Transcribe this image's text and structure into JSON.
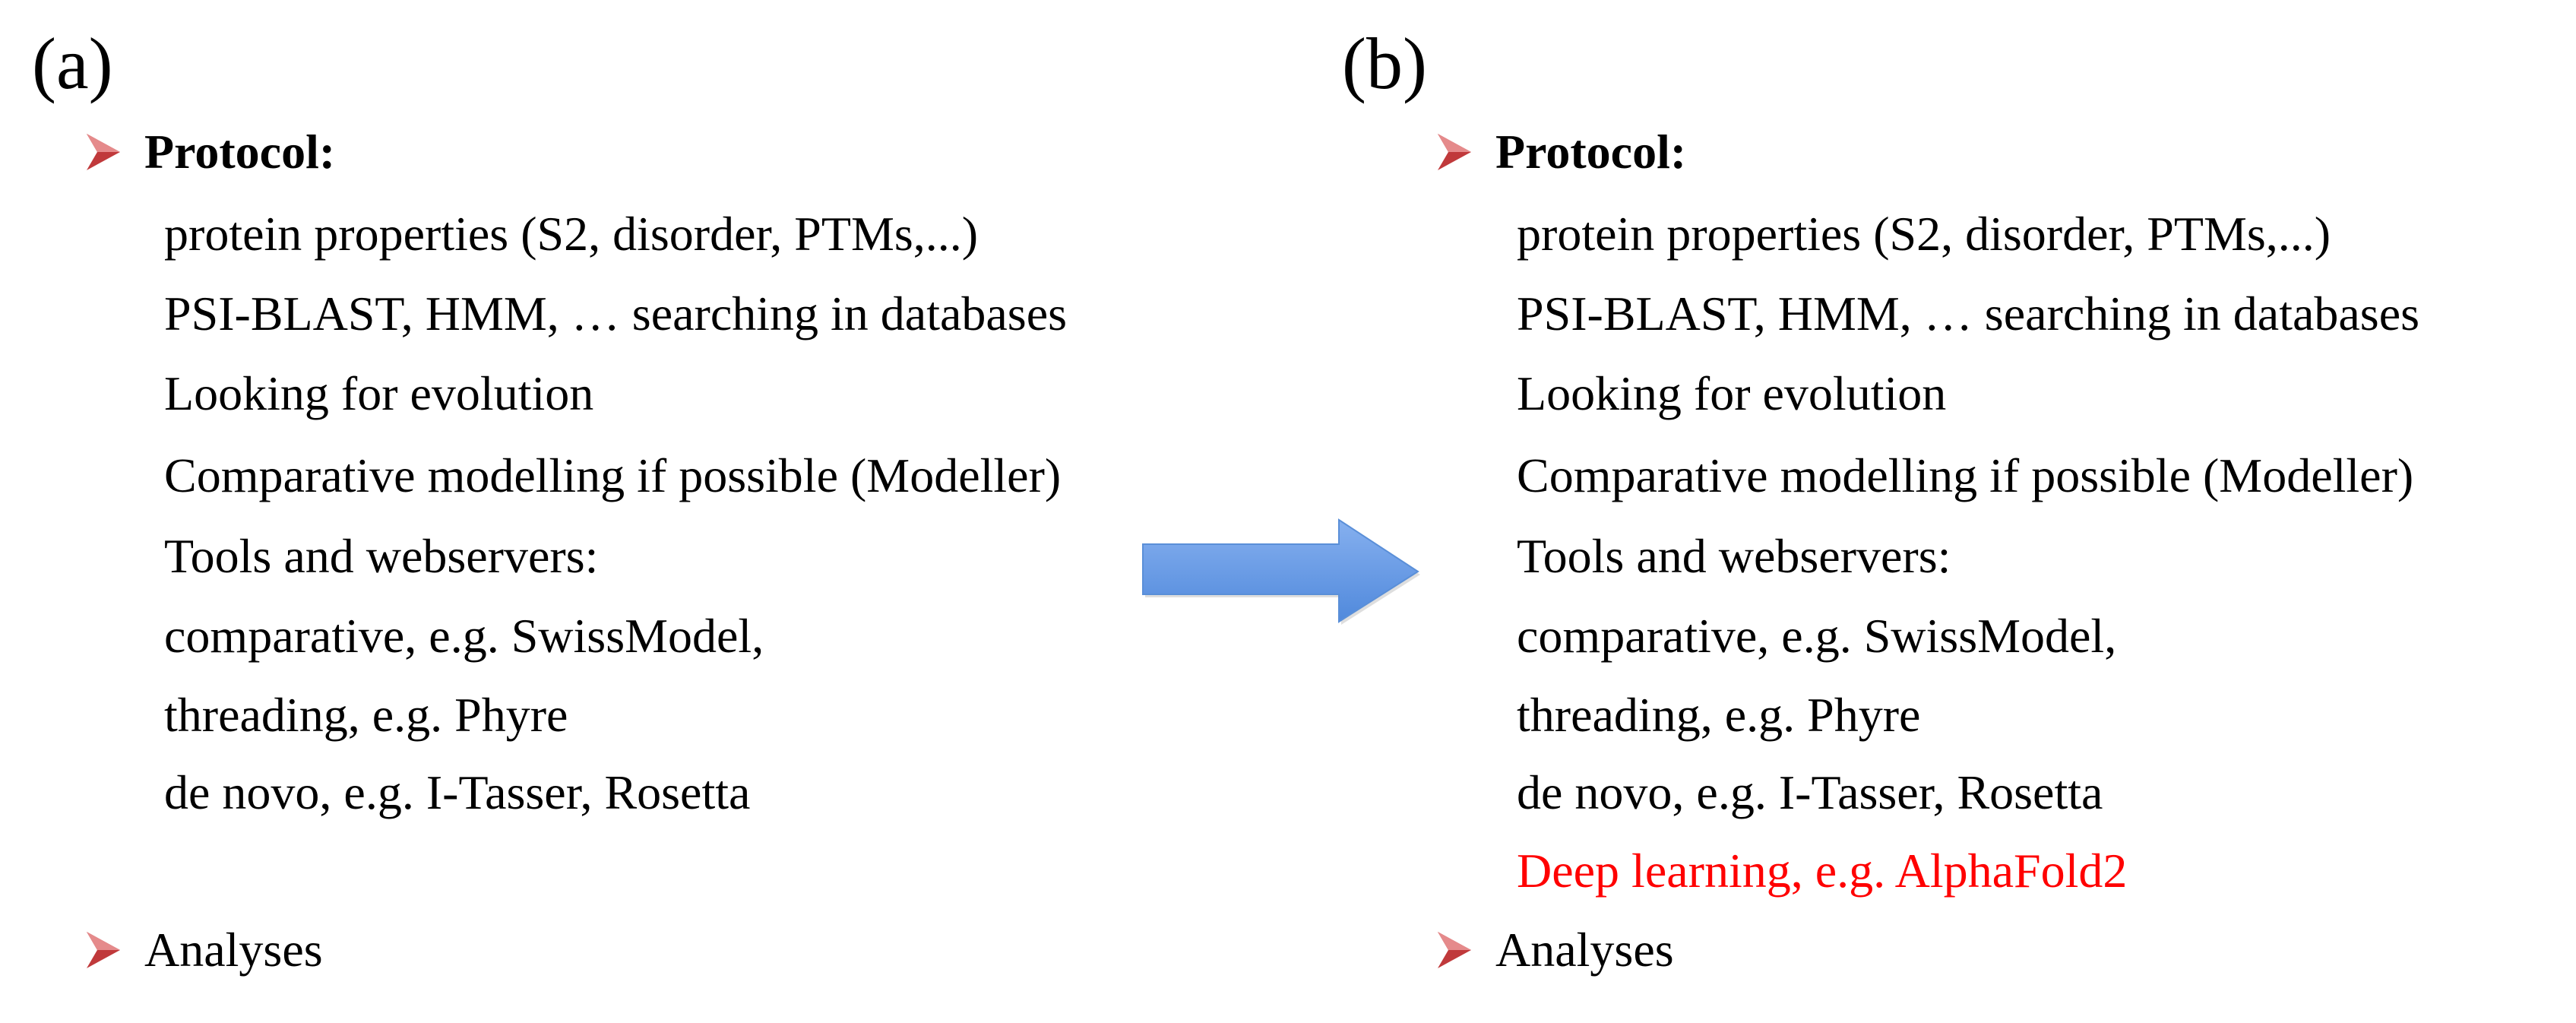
{
  "panels": [
    {
      "label": "(a)",
      "sections": [
        {
          "heading": "Protocol:",
          "items": [
            "protein properties (S2, disorder, PTMs,...)",
            "PSI-BLAST, HMM, … searching in databases",
            "Looking for evolution",
            "Comparative modelling if possible (Modeller)",
            "Tools and webservers:",
            "comparative, e.g. SwissModel,",
            "threading, e.g. Phyre",
            "de novo, e.g. I-Tasser, Rosetta"
          ]
        },
        {
          "heading": "Analyses"
        }
      ]
    },
    {
      "label": "(b)",
      "sections": [
        {
          "heading": "Protocol:",
          "items": [
            "protein properties (S2, disorder, PTMs,...)",
            "PSI-BLAST, HMM, … searching in databases",
            "Looking for evolution",
            "Comparative modelling if possible (Modeller)",
            "Tools and webservers:",
            "comparative, e.g. SwissModel,",
            "threading, e.g. Phyre",
            "de novo, e.g. I-Tasser, Rosetta",
            "Deep learning, e.g. AlphaFold2"
          ],
          "highlighted_item_index": 8
        },
        {
          "heading": "Analyses"
        }
      ]
    }
  ],
  "icons": {
    "bullet": "red-arrowhead-bullet-icon",
    "transition": "blue-right-arrow-icon"
  },
  "colors": {
    "bullet": "#c0393b",
    "highlight_text": "#ff0000",
    "arrow_fill": "#6a9ee6",
    "text": "#000000"
  }
}
